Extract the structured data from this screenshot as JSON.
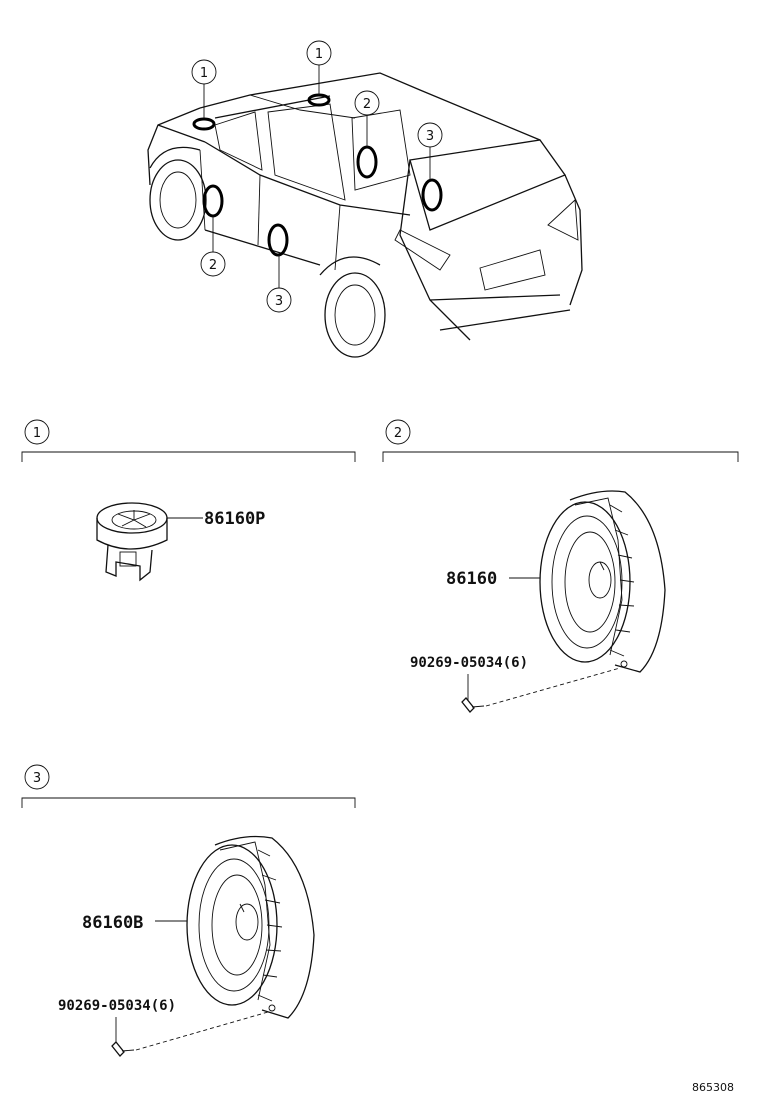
{
  "callouts": {
    "front_tweeter": "1",
    "front_door": "2",
    "rear_door": "3"
  },
  "sections": [
    {
      "index": "1",
      "parts": [
        "86160P"
      ]
    },
    {
      "index": "2",
      "parts": [
        "86160",
        "90269-05034(6)"
      ]
    },
    {
      "index": "3",
      "parts": [
        "86160B",
        "90269-05034(6)"
      ]
    }
  ],
  "figure_id": "865308"
}
